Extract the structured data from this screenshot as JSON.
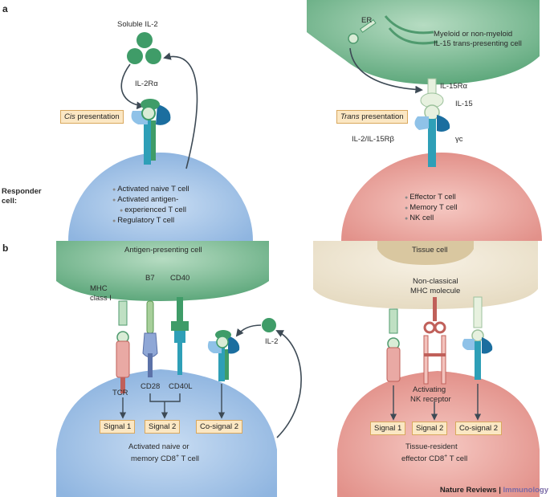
{
  "panel_a": {
    "letter": "a",
    "left": {
      "soluble_label": "Soluble IL-2",
      "receptor_label": "IL-2Rα",
      "presentation_word": "Cis",
      "presentation_rest": " presentation",
      "responder_label_1": "Responder",
      "responder_label_2": "cell:",
      "cell_types": [
        "Activated naive T cell",
        "Activated antigen-",
        "experienced T cell",
        "Regulatory T cell"
      ]
    },
    "right": {
      "er_label": "ER",
      "cell_label_1": "Myeloid or non-myeloid",
      "cell_label_2": "IL-15 trans-presenting cell",
      "receptor_alpha": "IL-15Rα",
      "cytokine": "IL-15",
      "presentation_word": "Trans",
      "presentation_rest": " presentation",
      "receptor_beta": "IL-2/IL-15Rβ",
      "gamma": "γc",
      "cell_types": [
        "Effector T cell",
        "Memory T cell",
        "NK cell"
      ]
    }
  },
  "panel_b": {
    "letter": "b",
    "left": {
      "apc_label": "Antigen-presenting cell",
      "mhc_1": "MHC",
      "mhc_2": "class I",
      "b7": "B7",
      "cd40": "CD40",
      "il2": "IL-2",
      "tcr": "TCR",
      "cd28": "CD28",
      "cd40l": "CD40L",
      "signal1": "Signal 1",
      "signal2": "Signal 2",
      "cosignal2": "Co-signal 2",
      "cell_1": "Activated naive or",
      "cell_2": "memory CD8",
      "cell_sup": "+",
      "cell_3": " T cell"
    },
    "right": {
      "tissue_label": "Tissue cell",
      "nc_1": "Non-classical",
      "nc_2": "MHC molecule",
      "nk_1": "Activating",
      "nk_2": "NK receptor",
      "signal1": "Signal 1",
      "signal2": "Signal 2",
      "cosignal2": "Co-signal 2",
      "cell_1": "Tissue-resident",
      "cell_2": "effector CD8",
      "cell_sup": "+",
      "cell_3": " T cell"
    }
  },
  "footer": {
    "journal": "Nature Reviews",
    "sep": " | ",
    "section": "Immunology"
  },
  "colors": {
    "blue_cell": "#a9c8ea",
    "red_cell": "#eaa7a2",
    "green_cell": "#79b891",
    "tissue_cell": "#efe6d2",
    "receptor_teal": "#2e9fb7",
    "receptor_dark": "#1b6e9f"
  }
}
